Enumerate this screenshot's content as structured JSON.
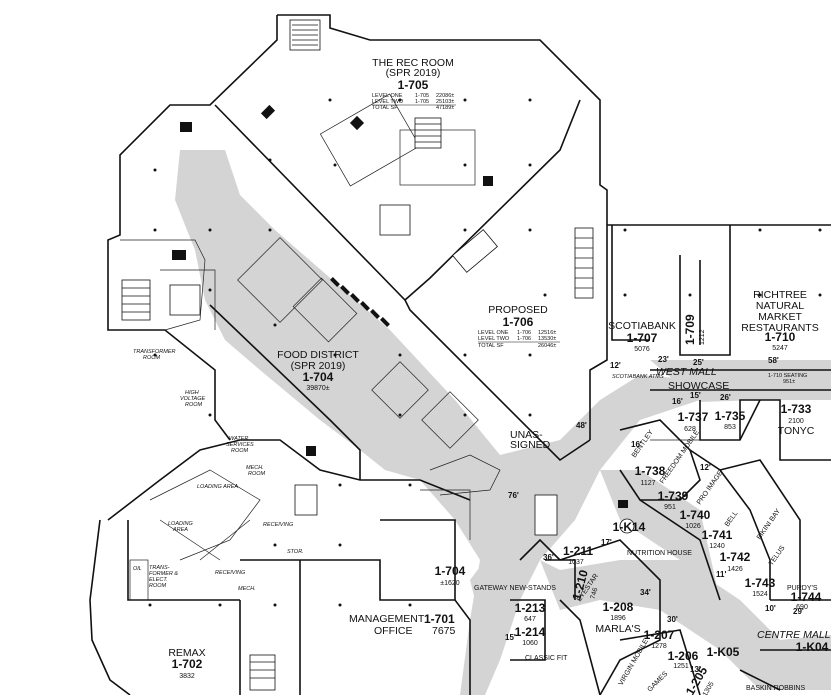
{
  "map": {
    "rec_room": {
      "name": "THE REC ROOM",
      "note": "(SPR 2019)",
      "unit": "1-705",
      "table": [
        [
          "LEVEL ONE",
          "1-705",
          "22086±"
        ],
        [
          "LEVEL TWO",
          "1-705",
          "25103±"
        ],
        [
          "TOTAL SF",
          "",
          "47189±"
        ]
      ]
    },
    "proposed": {
      "name": "PROPOSED",
      "unit": "1-706",
      "table": [
        [
          "LEVEL ONE",
          "1-706",
          "12516±"
        ],
        [
          "LEVEL TWO",
          "1-706",
          "13530±"
        ],
        [
          "TOTAL SF",
          "",
          "26046±"
        ]
      ]
    },
    "food_district": {
      "name": "FOOD DISTRICT",
      "note": "(SPR 2019)",
      "unit": "1-704",
      "area": "39870±"
    },
    "unit_1704b": {
      "unit": "1-704",
      "area": "±1620"
    },
    "management": {
      "name": "MANAGEMENT",
      "name2": "OFFICE",
      "unit": "1-701",
      "area": "7675"
    },
    "remax": {
      "name": "REMAX",
      "unit": "1-702",
      "area": "3832"
    },
    "scotiabank": {
      "name": "SCOTIABANK",
      "unit": "1-707",
      "area": "5076",
      "atms": "SCOTIABANK ATMS"
    },
    "unit_1709": {
      "unit": "1-709",
      "area": "1212"
    },
    "richtree": {
      "name": [
        "RICHTREE",
        "NATURAL",
        "MARKET",
        "RESTAURANTS"
      ],
      "unit": "1-710",
      "area": "5247",
      "seating": "1-710 SEATING",
      "seating_area": "951±"
    },
    "west_mall": "WEST MALL",
    "showcase": "SHOWCASE",
    "unassigned": [
      "UNAS-",
      "SIGNED"
    ],
    "stores": [
      {
        "unit": "1-737",
        "area": "628"
      },
      {
        "unit": "1-735",
        "area": "853"
      },
      {
        "unit": "1-733",
        "area": "2100",
        "name": "TONYC"
      },
      {
        "unit": "1-738",
        "area": "1127"
      },
      {
        "unit": "1-739",
        "area": "951"
      },
      {
        "unit": "1-740",
        "area": "1026"
      },
      {
        "unit": "1-741",
        "area": "1240"
      },
      {
        "unit": "1-742",
        "area": "1426"
      },
      {
        "unit": "1-743",
        "area": "1524"
      },
      {
        "unit": "1-744",
        "area": "690"
      },
      {
        "unit": "1-211",
        "area": "1037"
      },
      {
        "unit": "1-210",
        "area": "746"
      },
      {
        "unit": "1-213",
        "area": "647"
      },
      {
        "unit": "1-214",
        "area": "1060"
      },
      {
        "unit": "1-208",
        "area": "1896",
        "name": "MARLA'S"
      },
      {
        "unit": "1-207",
        "area": "1278"
      },
      {
        "unit": "1-206",
        "area": "1251"
      },
      {
        "unit": "1-205",
        "area": "1305"
      }
    ],
    "brand_labels": [
      "BENTLEY",
      "FREEDOM MOBILE",
      "PRO IMAGE",
      "BELL",
      "BIKINI BAY",
      "TELUS",
      "EYESTAR",
      "VIRGIN MOBILE",
      "GAMES",
      "CLASSIC FIT",
      "PURDY'S",
      "BASKIN ROBBINS",
      "NUTRITION HOUSE",
      "GATEWAY NEW-STANDS"
    ],
    "kiosks": [
      "1-K14",
      "1-K05",
      "1-K04"
    ],
    "centre_mall": "CENTRE MALL",
    "rooms": {
      "transformer_room": [
        "TRANSFORMER",
        "ROOM"
      ],
      "high_voltage": [
        "HIGH",
        "VOLTAGE",
        "ROOM"
      ],
      "water_services": [
        "WATER",
        "SERVICES",
        "ROOM"
      ],
      "mech_room": [
        "MECH.",
        "ROOM"
      ],
      "loading_area": "LOADING AREA",
      "loading_area2": [
        "LOADING",
        "AREA"
      ],
      "receiving": "RECEIVING",
      "receiving2": "RECEIVING",
      "storage": "STOR.",
      "transformer_elect": [
        "TRANS-",
        "FORMER &",
        "ELECT.",
        "ROOM"
      ],
      "mech": "MECH.",
      "oil": "OIL"
    },
    "dimensions": [
      "23'",
      "25'",
      "26'",
      "58'",
      "15'",
      "16'",
      "17'",
      "12'",
      "11'",
      "10'",
      "76'",
      "48'",
      "36'",
      "34'",
      "30'",
      "29'",
      "15'",
      "13'",
      "12'",
      "16'"
    ]
  }
}
